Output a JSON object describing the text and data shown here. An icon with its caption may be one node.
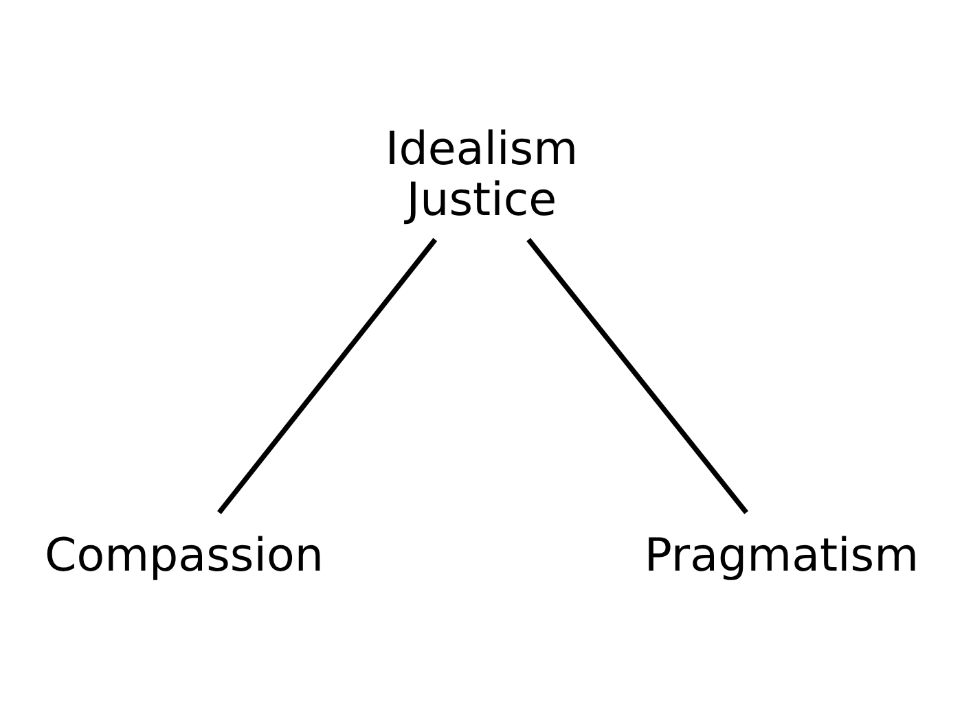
{
  "diagram": {
    "nodes": [
      {
        "text": [
          "Idealism",
          "Justice"
        ]
      },
      {
        "text": [
          "Compassion"
        ]
      },
      {
        "text": [
          "Pragmatism"
        ]
      }
    ],
    "edges": [
      {
        "from": 0,
        "to": 1,
        "arrow": "none"
      },
      {
        "from": 0,
        "to": 2,
        "arrow": "none"
      }
    ]
  }
}
